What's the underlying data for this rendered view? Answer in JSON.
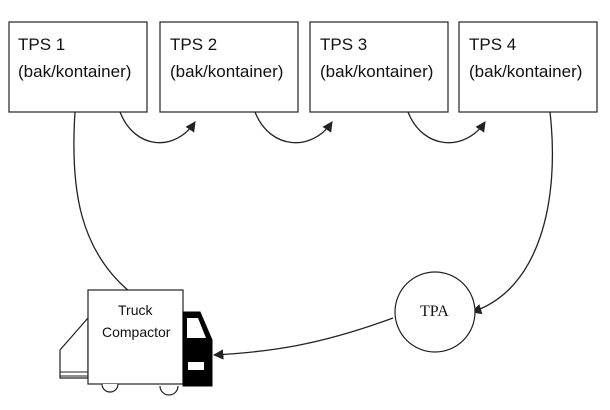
{
  "nodes": {
    "tps1": {
      "title": "TPS 1",
      "subtitle": "(bak/kontainer)"
    },
    "tps2": {
      "title": "TPS 2",
      "subtitle": "(bak/kontainer)"
    },
    "tps3": {
      "title": "TPS 3",
      "subtitle": "(bak/kontainer)"
    },
    "tps4": {
      "title": "TPS 4",
      "subtitle": "(bak/kontainer)"
    },
    "tpa": {
      "label": "TPA"
    },
    "truck": {
      "line1": "Truck",
      "line2": "Compactor"
    }
  },
  "colors": {
    "stroke": "#222222",
    "truck_cab": "#000000",
    "background": "#ffffff"
  }
}
